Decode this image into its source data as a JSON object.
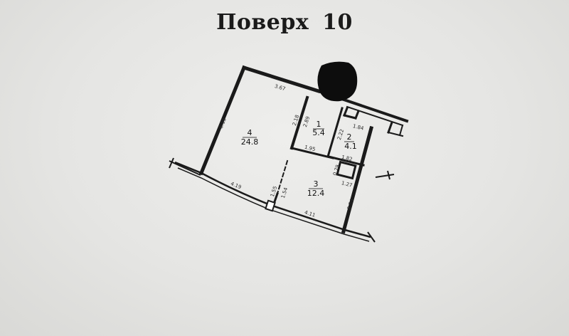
{
  "title": "Поверх  10",
  "rooms": [
    {
      "number": "4",
      "area": "24.8"
    },
    {
      "number": "1",
      "area": "5.4"
    },
    {
      "number": "2",
      "area": "4.1"
    },
    {
      "number": "3",
      "area": "12.4"
    }
  ],
  "dimensions": [
    "3.67",
    "6.15",
    "2.18",
    "2.89",
    "1.95",
    "1.84",
    "2.22",
    "1.82",
    "0.79",
    "1.27",
    "4.19",
    "1.55",
    "1.54",
    "4.11",
    "2.54"
  ],
  "colors": {
    "paper": "#e6e6e4",
    "ink": "#1a1a1a",
    "redaction": "#0d0d0d"
  }
}
